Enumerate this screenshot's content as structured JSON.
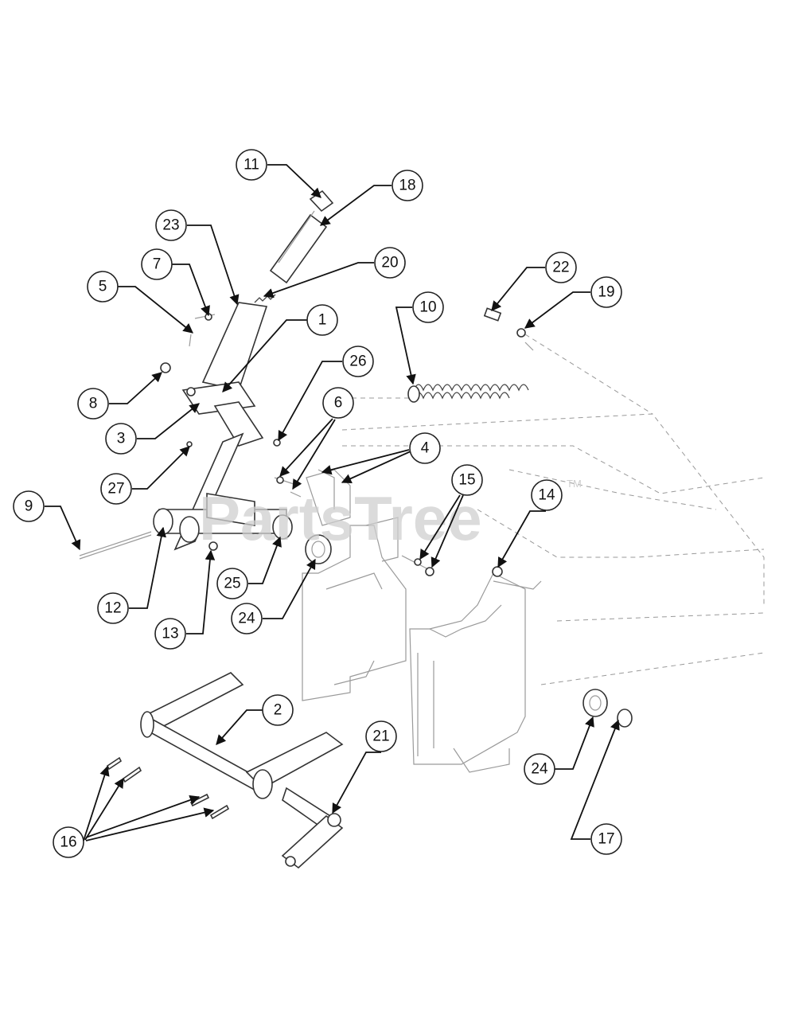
{
  "watermark": {
    "text": "PartsTree",
    "tm": "TM"
  },
  "callouts": [
    {
      "label": "1"
    },
    {
      "label": "2"
    },
    {
      "label": "3"
    },
    {
      "label": "4"
    },
    {
      "label": "5"
    },
    {
      "label": "6"
    },
    {
      "label": "7"
    },
    {
      "label": "8"
    },
    {
      "label": "9"
    },
    {
      "label": "10"
    },
    {
      "label": "11"
    },
    {
      "label": "12"
    },
    {
      "label": "13"
    },
    {
      "label": "14"
    },
    {
      "label": "15"
    },
    {
      "label": "16"
    },
    {
      "label": "17"
    },
    {
      "label": "18"
    },
    {
      "label": "19"
    },
    {
      "label": "20"
    },
    {
      "label": "21"
    },
    {
      "label": "22"
    },
    {
      "label": "23"
    },
    {
      "label": "24"
    },
    {
      "label": "24"
    },
    {
      "label": "25"
    },
    {
      "label": "26"
    },
    {
      "label": "27"
    }
  ]
}
